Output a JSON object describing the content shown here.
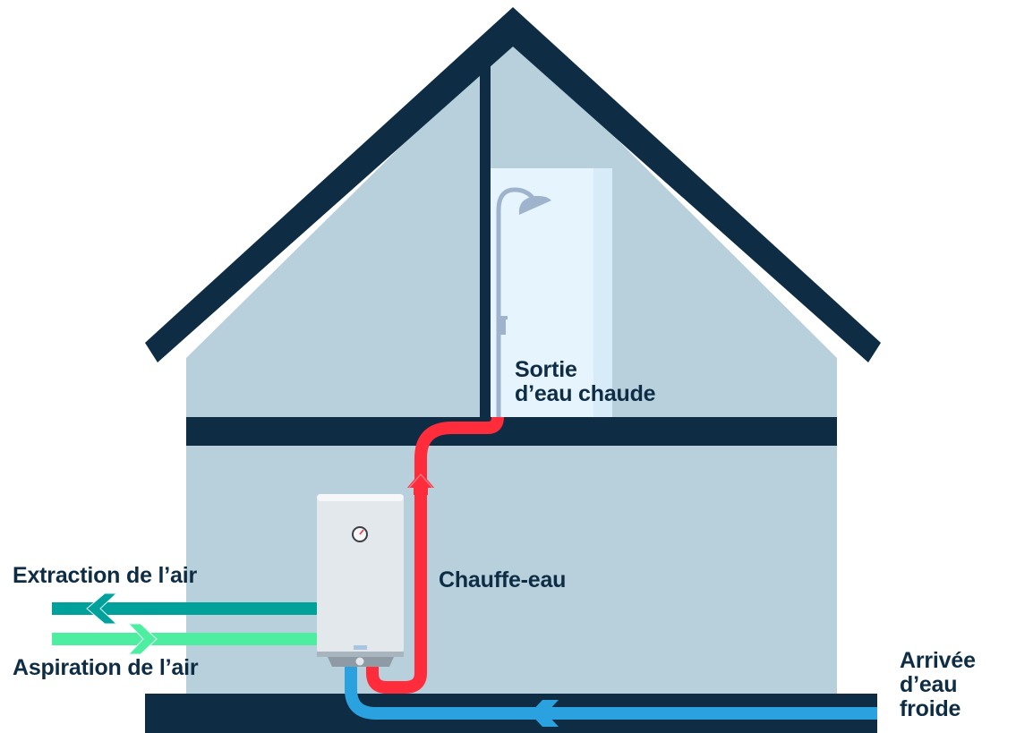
{
  "diagram": {
    "title": "Chauffe-eau thermodynamique sur air extrait",
    "labels": {
      "hot_water_outlet": [
        "Sortie",
        "d’eau chaude"
      ],
      "water_heater": "Chauffe-eau",
      "air_extraction": "Extraction de l’air",
      "air_intake": "Aspiration de l’air",
      "cold_water_inlet": [
        "Arrivée",
        "d’eau",
        "froide"
      ]
    },
    "flows": [
      {
        "name": "air-extraction",
        "direction": "left",
        "color": "#00a19a"
      },
      {
        "name": "air-intake",
        "direction": "right",
        "color": "#4deea0"
      },
      {
        "name": "cold-water-inlet",
        "direction": "left",
        "color": "#2aa2df"
      },
      {
        "name": "hot-water-outlet",
        "direction": "up",
        "color": "#ff2c3c"
      }
    ],
    "colors": {
      "structure": "#0e2d45",
      "wall": "#b8d0dc",
      "shower_room": "#e6f4fd",
      "fixture": "#9fb3cc",
      "heater_body": "#e2e8ec"
    }
  }
}
